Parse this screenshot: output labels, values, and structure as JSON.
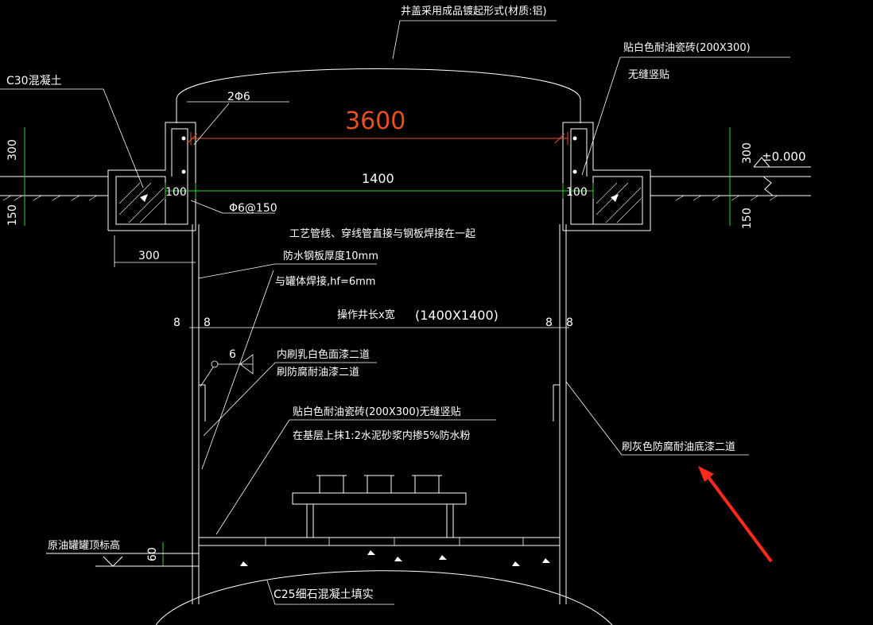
{
  "labels": {
    "cover_note": "井盖采用成品镀起形式(材质:铝)",
    "c30": "C30混凝土",
    "rebar_2phi6": "2Φ6",
    "tile_right_1": "贴白色耐油瓷砖(200X300)",
    "tile_right_2": "无缝竖贴",
    "dim_3600": "3600",
    "dim_1400": "1400",
    "dim_100_left": "100",
    "dim_100_right": "100",
    "rebar_phi6_150": "Φ6@150",
    "elev_zero": "±0.000",
    "dim_300_left": "300",
    "dim_150_left": "150",
    "dim_300_right": "300",
    "dim_150_right": "150",
    "dim_300_bottom": "300",
    "note_pipe": "工艺管线、穿线管直接与钢板焊接在一起",
    "note_plate": "防水钢板厚度10mm",
    "note_weld": "与罐体焊接,hf=6mm",
    "dim_8_1": "8",
    "dim_8_2": "8",
    "dim_8_3": "8",
    "dim_8_4": "8",
    "well_size_label": "操作井长x宽",
    "well_size_value": "(1400X1400)",
    "weld_6": "6",
    "note_paint_1": "内刷乳白色面漆二道",
    "note_paint_2": "刷防腐耐油漆二道",
    "note_tile_inner": "贴白色耐油瓷砖(200X300)无缝竖贴",
    "note_mortar": "在基层上抹1:2水泥砂浆内掺5%防水粉",
    "note_outer_paint": "刷灰色防腐耐油底漆二道",
    "tank_top": "原油罐罐顶标高",
    "dim_60": "60",
    "c25": "C25细石混凝土填实"
  },
  "colors": {
    "background": "#000000",
    "lines": "#ffffff",
    "dimension_green": "#2fd62f",
    "dimension_red": "#e8501e",
    "arrow_red": "#ff2a1a"
  }
}
